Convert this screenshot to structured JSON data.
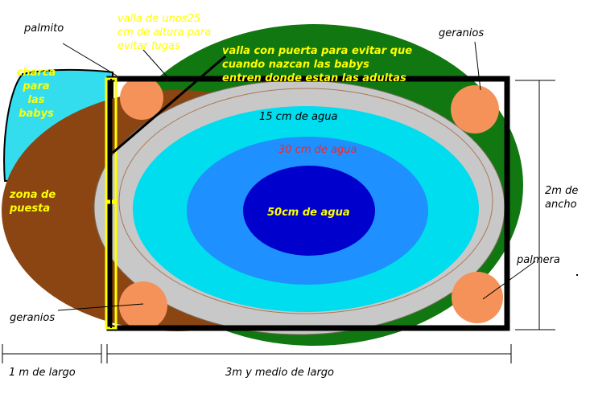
{
  "labels": {
    "palmito": "palmito",
    "valla_small": "valla de unos25\ncm de altura para\nevitar fugas",
    "valla_puerta": "valla con puerta para evitar que\ncuando nazcan las babys\nentren donde estan las adultas",
    "geranios_top": "geranios",
    "charca": "charca\npara\nlas\nbabys",
    "agua_15": "15 cm de agua",
    "agua_30": "30 cm de agua",
    "agua_50": "50cm de agua",
    "zona_puesta": "zona de\npuesta",
    "ancho": "2m de\nancho",
    "palmera": "palmera",
    "geranios_bottom": "geranios",
    "largo_1": "1 m de largo",
    "largo_3": "3m y medio de largo"
  },
  "colors": {
    "grass": "#117711",
    "sand": "#8b4513",
    "pond_edge": "#c0c0c0",
    "shallow": "#00ddee",
    "mid": "#1e90ff",
    "deep": "#0000cc",
    "flower": "#f4925a",
    "fence_yellow": "#ffff00",
    "wall": "#000000"
  }
}
